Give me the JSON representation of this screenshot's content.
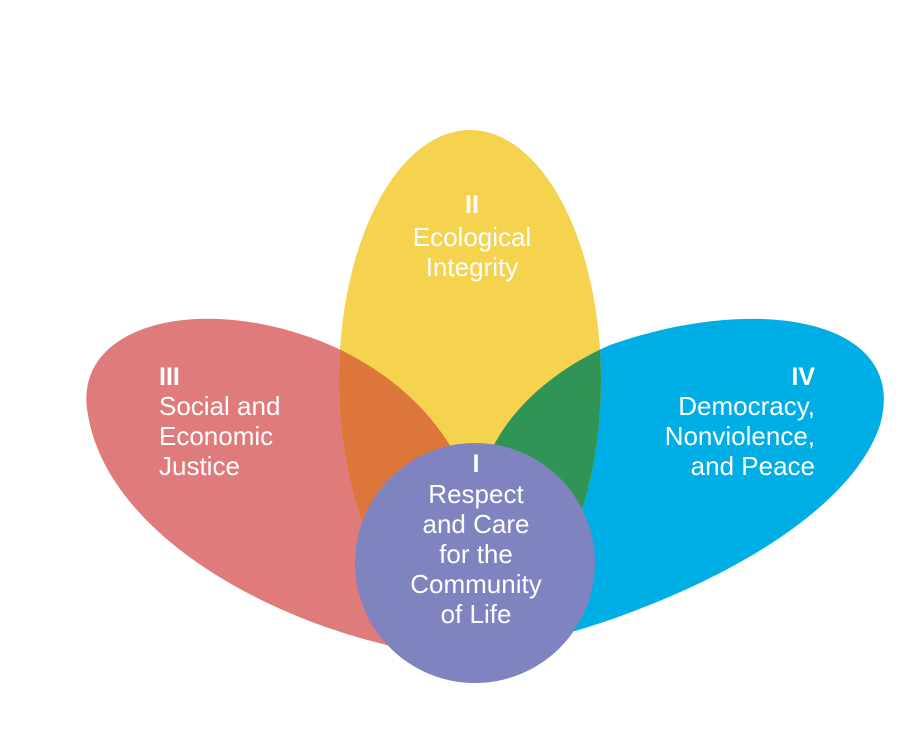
{
  "diagram": {
    "petal_ecological": {
      "numeral": "II",
      "lines": [
        "Ecological",
        "Integrity"
      ],
      "color": "#f5d34e"
    },
    "petal_social": {
      "numeral": "III",
      "lines": [
        "Social and",
        "Economic",
        "Justice"
      ],
      "color": "#e07b7b"
    },
    "petal_democracy": {
      "numeral": "IV",
      "lines": [
        "Democracy,",
        "Nonviolence,",
        "and Peace"
      ],
      "color": "#00aee6"
    },
    "center_respect": {
      "numeral": "I",
      "lines": [
        "Respect",
        "and Care",
        "for the",
        "Community",
        "of Life"
      ],
      "color": "#7f83c0"
    },
    "overlap_colors": {
      "social_ecological": "#dc763a",
      "democracy_ecological": "#2f9455"
    }
  }
}
